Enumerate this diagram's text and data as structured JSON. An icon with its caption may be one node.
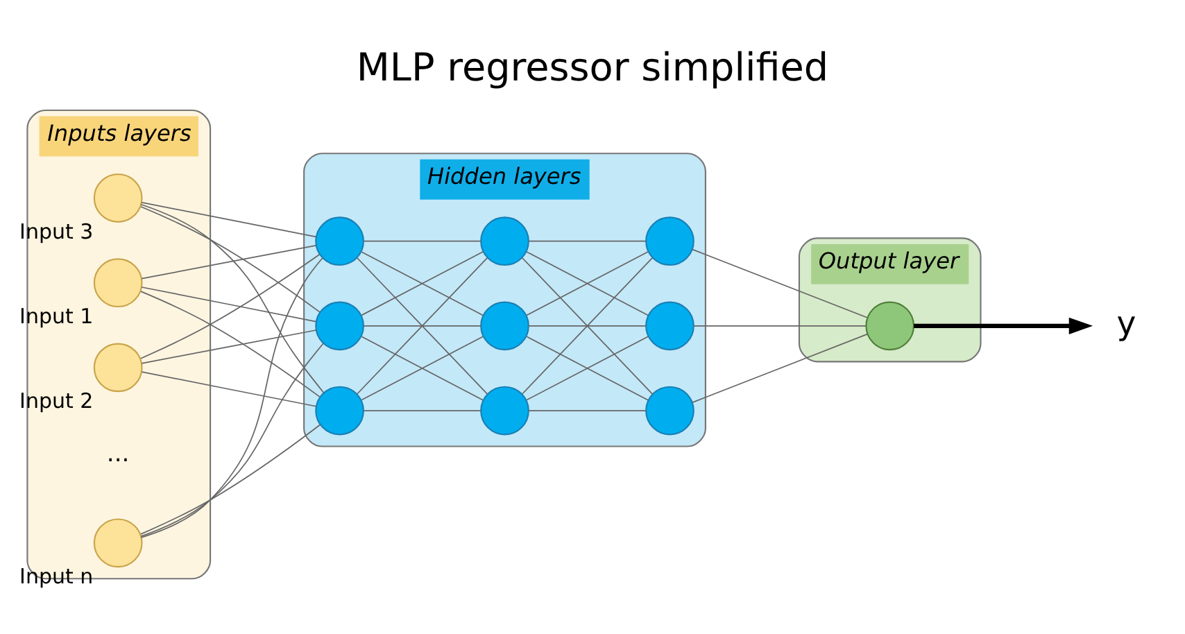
{
  "diagram": {
    "title": "MLP regressor simplified",
    "nodes": [
      {
        "text": [
          "Inputs layers"
        ]
      },
      {
        "text": [],
        "shape": "circle",
        "in": 0,
        "beside": [
          "Input 1"
        ]
      },
      {
        "text": [],
        "shape": "circle",
        "in": 0,
        "beside": [
          "Input 2"
        ]
      },
      {
        "text": [],
        "shape": "circle",
        "in": 0,
        "beside": [
          "Input 3"
        ]
      },
      {
        "text": [],
        "shape": "circle",
        "in": 0,
        "beside": [
          "Input n"
        ]
      },
      {
        "text": [
          "Hidden layers"
        ]
      },
      {
        "text": [],
        "shape": "circle",
        "in": 5
      },
      {
        "text": [],
        "shape": "circle",
        "in": 5
      },
      {
        "text": [],
        "shape": "circle",
        "in": 5
      },
      {
        "text": [],
        "shape": "circle",
        "in": 5
      },
      {
        "text": [],
        "shape": "circle",
        "in": 5
      },
      {
        "text": [],
        "shape": "circle",
        "in": 5
      },
      {
        "text": [],
        "shape": "circle",
        "in": 5
      },
      {
        "text": [],
        "shape": "circle",
        "in": 5
      },
      {
        "text": [],
        "shape": "circle",
        "in": 5
      },
      {
        "text": [
          "Output layer"
        ]
      },
      {
        "text": [],
        "shape": "circle",
        "in": 15
      },
      {
        "text": [
          "y"
        ]
      }
    ],
    "edges": [
      {
        "from": 1,
        "to": 6,
        "arrow": "none"
      },
      {
        "from": 1,
        "to": 7,
        "arrow": "none"
      },
      {
        "from": 1,
        "to": 8,
        "arrow": "none"
      },
      {
        "from": 2,
        "to": 6,
        "arrow": "none"
      },
      {
        "from": 2,
        "to": 7,
        "arrow": "none"
      },
      {
        "from": 2,
        "to": 8,
        "arrow": "none"
      },
      {
        "from": 3,
        "to": 6,
        "arrow": "none"
      },
      {
        "from": 3,
        "to": 7,
        "arrow": "none"
      },
      {
        "from": 3,
        "to": 8,
        "arrow": "none"
      },
      {
        "from": 4,
        "to": 6,
        "arrow": "none"
      },
      {
        "from": 4,
        "to": 7,
        "arrow": "none"
      },
      {
        "from": 4,
        "to": 8,
        "arrow": "none"
      },
      {
        "from": 6,
        "to": 9,
        "arrow": "none"
      },
      {
        "from": 6,
        "to": 10,
        "arrow": "none"
      },
      {
        "from": 6,
        "to": 11,
        "arrow": "none"
      },
      {
        "from": 7,
        "to": 9,
        "arrow": "none"
      },
      {
        "from": 7,
        "to": 10,
        "arrow": "none"
      },
      {
        "from": 7,
        "to": 11,
        "arrow": "none"
      },
      {
        "from": 8,
        "to": 9,
        "arrow": "none"
      },
      {
        "from": 8,
        "to": 10,
        "arrow": "none"
      },
      {
        "from": 8,
        "to": 11,
        "arrow": "none"
      },
      {
        "from": 9,
        "to": 12,
        "arrow": "none"
      },
      {
        "from": 9,
        "to": 13,
        "arrow": "none"
      },
      {
        "from": 9,
        "to": 14,
        "arrow": "none"
      },
      {
        "from": 10,
        "to": 12,
        "arrow": "none"
      },
      {
        "from": 10,
        "to": 13,
        "arrow": "none"
      },
      {
        "from": 10,
        "to": 14,
        "arrow": "none"
      },
      {
        "from": 11,
        "to": 12,
        "arrow": "none"
      },
      {
        "from": 11,
        "to": 13,
        "arrow": "none"
      },
      {
        "from": 11,
        "to": 14,
        "arrow": "none"
      },
      {
        "from": 12,
        "to": 16,
        "arrow": "none"
      },
      {
        "from": 13,
        "to": 16,
        "arrow": "none"
      },
      {
        "from": 14,
        "to": 16,
        "arrow": "none"
      },
      {
        "from": 16,
        "to": 17,
        "arrow": "to",
        "style": "thick",
        "color": "#000000"
      }
    ],
    "labels": [
      "..."
    ]
  }
}
